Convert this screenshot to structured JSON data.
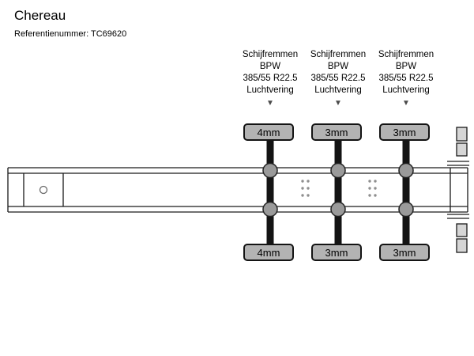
{
  "header": {
    "title": "Chereau",
    "reference": "Referentienummer: TC69620"
  },
  "icons": {
    "down_arrow": "▼"
  },
  "axles": [
    {
      "brake": "Schijfremmen",
      "brand": "BPW",
      "tire": "385/55 R22.5",
      "suspension": "Luchtvering",
      "top_tread": "4mm",
      "bottom_tread": "4mm"
    },
    {
      "brake": "Schijfremmen",
      "brand": "BPW",
      "tire": "385/55 R22.5",
      "suspension": "Luchtvering",
      "top_tread": "3mm",
      "bottom_tread": "3mm"
    },
    {
      "brake": "Schijfremmen",
      "brand": "BPW",
      "tire": "385/55 R22.5",
      "suspension": "Luchtvering",
      "top_tread": "3mm",
      "bottom_tread": "3mm"
    }
  ],
  "colors": {
    "box_fill": "#b3b3b3",
    "line": "#1a1a1a",
    "wheel_fill": "#9a9a9a"
  }
}
